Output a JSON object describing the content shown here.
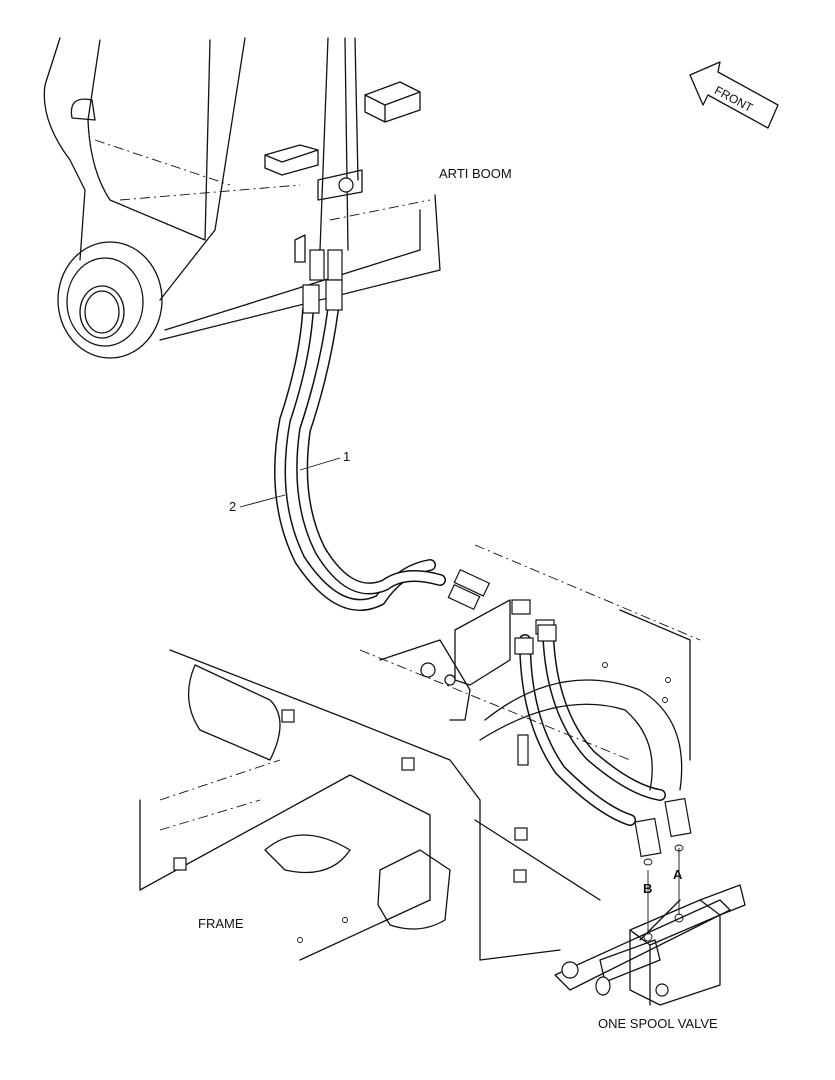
{
  "labels": {
    "arti_boom": "ARTI BOOM",
    "front": "FRONT",
    "frame": "FRAME",
    "one_spool_valve": "ONE SPOOL VALVE",
    "port_a": "A",
    "port_b": "B",
    "callout_1": "1",
    "callout_2": "2"
  }
}
